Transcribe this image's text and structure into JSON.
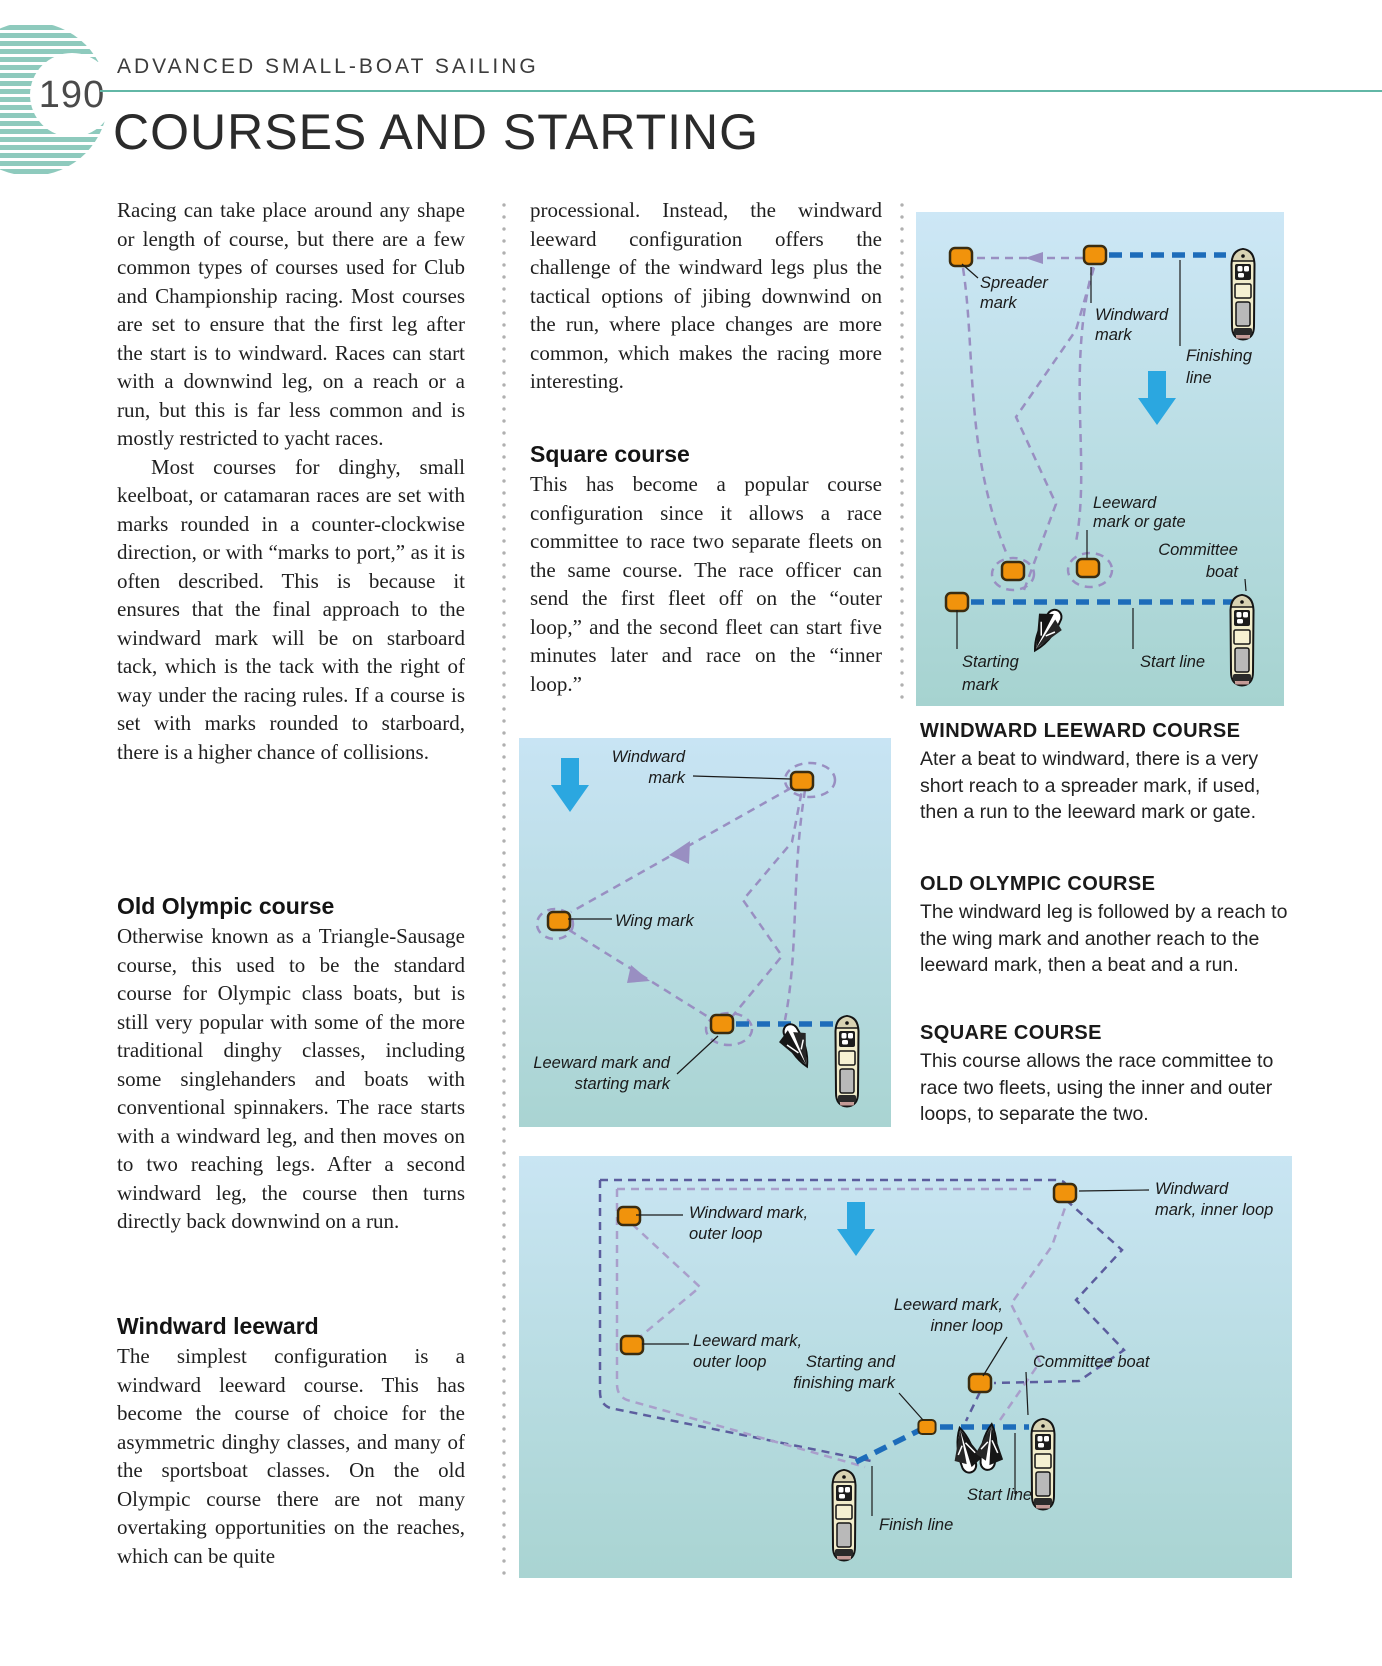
{
  "page": {
    "number": "190",
    "header": "ADVANCED SMALL-BOAT SAILING",
    "title": "COURSES AND STARTING"
  },
  "col1": {
    "para1": "Racing can take place around any shape or length of course, but there are a few common types of courses used for Club and Championship racing. Most courses are set to ensure that the first leg after the start is to windward. Races can start with a downwind leg, on a reach or a run, but this is far less common and is mostly restricted to yacht races.",
    "para2": "Most courses for dinghy, small keelboat, or catamaran races are set with marks rounded in a counter-clockwise direction, or with “marks to port,” as it is often described. This is because it ensures that the final approach to the windward mark will be on starboard tack, which is the tack with the right of way under the racing rules. If a course is set with marks rounded to starboard, there is a higher chance of collisions.",
    "heading_old_olympic": "Old Olympic course",
    "para3": "Otherwise known as a Triangle-Sausage course, this used to be the standard course for Olympic class boats, but is still very popular with some of the more traditional dinghy classes, including some singlehanders and boats with conventional spinnakers. The race starts with a windward leg, and then moves on to two reaching legs. After a second windward leg, the course then turns directly back downwind on a run.",
    "heading_windward_leeward": "Windward leeward",
    "para4": "The simplest configuration is a windward leeward course. This has become the course of choice for the asymmetric dinghy classes, and many of the sportsboat classes. On the old Olympic course there are not many overtaking opportunities on the reaches, which can be quite"
  },
  "col2": {
    "para1": "processional. Instead, the windward leeward configuration offers the challenge of the windward legs plus the tactical options of jibing downwind on the run, where place changes are more common, which makes the racing more interesting.",
    "heading_square": "Square course",
    "para2": "This has become a popular course configuration since it allows a race committee to race two separate fleets on the same course. The race officer can send the first fleet off on the “outer loop,” and the second fleet can start five minutes later and race on the “inner loop.”"
  },
  "captions": {
    "windward_leeward": {
      "title": "WINDWARD LEEWARD COURSE",
      "body": "Ater a beat to windward, there is a very short reach to a spreader mark, if used, then a run to the leeward mark or gate."
    },
    "old_olympic": {
      "title": "OLD OLYMPIC COURSE",
      "body": "The windward leg is followed by a reach to the wing mark and another reach to the leeward mark, then a beat and a run."
    },
    "square": {
      "title": "SQUARE COURSE",
      "body": "This course allows the race committee to race two fleets, using the inner and outer loops, to separate the two."
    }
  },
  "d1": {
    "spreader_mark": [
      "Spreader",
      "mark"
    ],
    "windward_mark": [
      "Windward",
      "mark"
    ],
    "finishing_line": [
      "Finishing",
      "line"
    ],
    "leeward_mark": [
      "Leeward",
      "mark or gate"
    ],
    "committee_boat": [
      "Committee",
      "boat"
    ],
    "starting_mark": [
      "Starting",
      "mark"
    ],
    "start_line": "Start line"
  },
  "d2": {
    "windward_mark": [
      "Windward",
      "mark"
    ],
    "wing_mark": "Wing mark",
    "leeward_mark": [
      "Leeward mark and",
      "starting mark"
    ]
  },
  "d3": {
    "windward_outer": [
      "Windward mark,",
      "outer loop"
    ],
    "leeward_outer": [
      "Leeward mark,",
      "outer loop"
    ],
    "windward_inner": [
      "Windward",
      "mark, inner loop"
    ],
    "leeward_inner": [
      "Leeward mark,",
      "inner loop"
    ],
    "start_finish_mark": [
      "Starting and",
      "finishing mark"
    ],
    "committee_boat": "Committee boat",
    "start_line": "Start line",
    "finish_line": "Finish line"
  },
  "colors": {
    "accent_teal": "#62b7a6",
    "circle_teal": "#8ecabd",
    "mark_orange": "#f1930c",
    "course_purple": "#998fc2",
    "course_navy": "#5c5d9e",
    "course_light_purple": "#a99fcb",
    "line_blue": "#1d6cba",
    "wind_arrow_blue": "#2ba7e0",
    "diagram_bg_top": "#cde7f6",
    "diagram_bg_bottom": "#a6d3d0"
  }
}
